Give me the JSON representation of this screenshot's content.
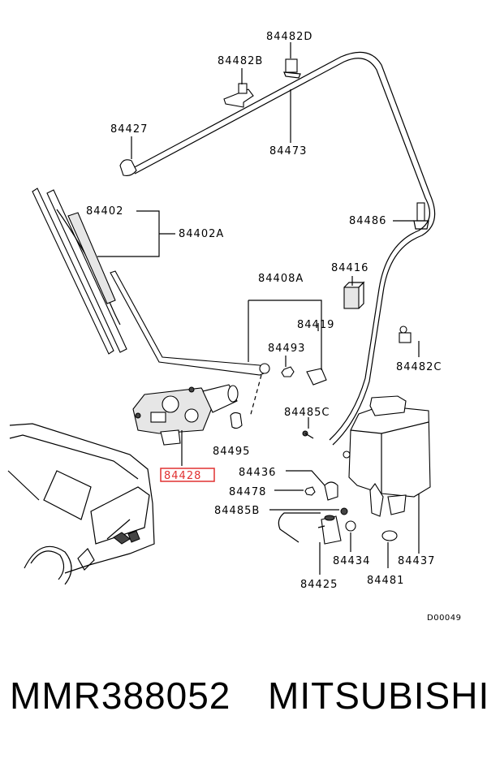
{
  "diagram": {
    "labels": {
      "p84482D": "84482D",
      "p84482B": "84482B",
      "p84427": "84427",
      "p84473": "84473",
      "p84402": "84402",
      "p84402A": "84402A",
      "p84486": "84486",
      "p84416": "84416",
      "p84408A": "84408A",
      "p84419": "84419",
      "p84493": "84493",
      "p84482C": "84482C",
      "p84485C": "84485C",
      "p84495": "84495",
      "p84428": "84428",
      "p84436": "84436",
      "p84478": "84478",
      "p84485B": "84485B",
      "p84434": "84434",
      "p84437": "84437",
      "p84425": "84425",
      "p84481": "84481"
    },
    "highlighted_part": "84428",
    "highlight_color": "#e03030",
    "code": "D00049"
  },
  "footer": {
    "part_number": "MMR388052",
    "brand": "MITSUBISHI"
  }
}
